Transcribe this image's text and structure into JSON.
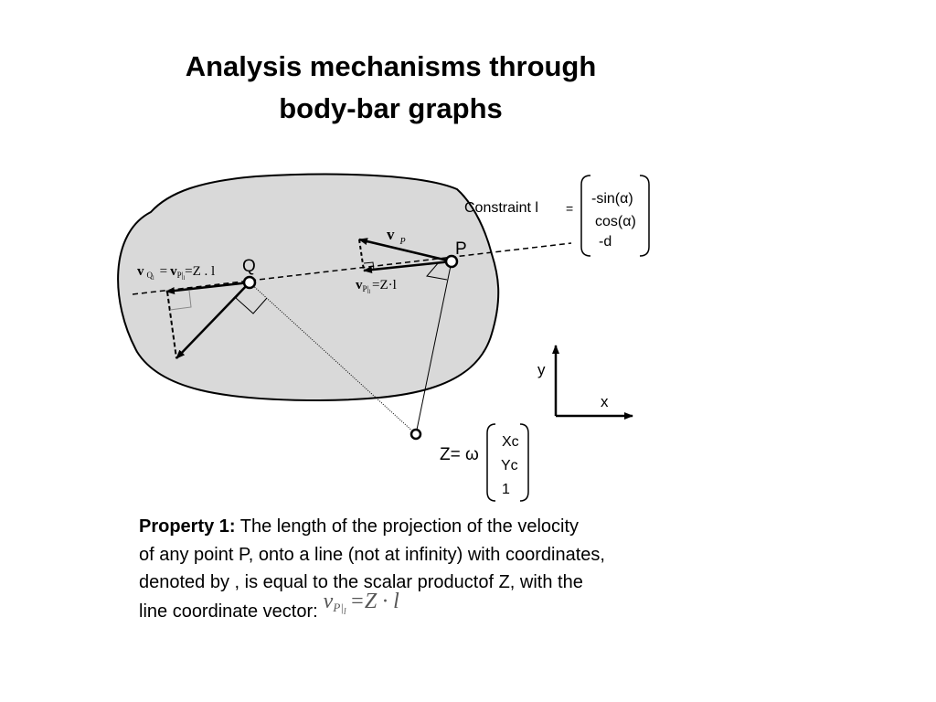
{
  "title": {
    "line1": "Analysis mechanisms through",
    "line2": "body-bar graphs"
  },
  "diagram": {
    "constraint_label": "Constraint l",
    "equals": "=",
    "constraint_vector": [
      "-sin(α)",
      "cos(α)",
      "-d"
    ],
    "point_p": "P",
    "point_q": "Q",
    "vp_label": {
      "v": "v",
      "sub": "P"
    },
    "vq_eq": {
      "v1": "v",
      "sub1": "Q",
      "sub1b": "l",
      "eq": "=",
      "v2": "v",
      "sub2": "P|",
      "sub2b": "l",
      "rhs": "=Z . l"
    },
    "vpl_eq": {
      "v": "v",
      "sub": "P|",
      "subb": "l",
      "rhs": "=Z·l"
    },
    "axis_y": "y",
    "axis_x": "x",
    "z_label": "Z= ω",
    "z_vector": [
      "Xc",
      "Yc",
      "1"
    ]
  },
  "paragraph": {
    "bold_lead": "Property 1:",
    "line1_rest": " The length of the projection of the velocity",
    "line2": "of any point P, onto a line (not at infinity) with coordinates,",
    "line3": "denoted by , is equal to the scalar productof Z, with the",
    "line4": "line coordinate vector:",
    "formula": "v",
    "formula_sub": "P|",
    "formula_subb": "l",
    "formula_rhs": "=Z · l"
  }
}
